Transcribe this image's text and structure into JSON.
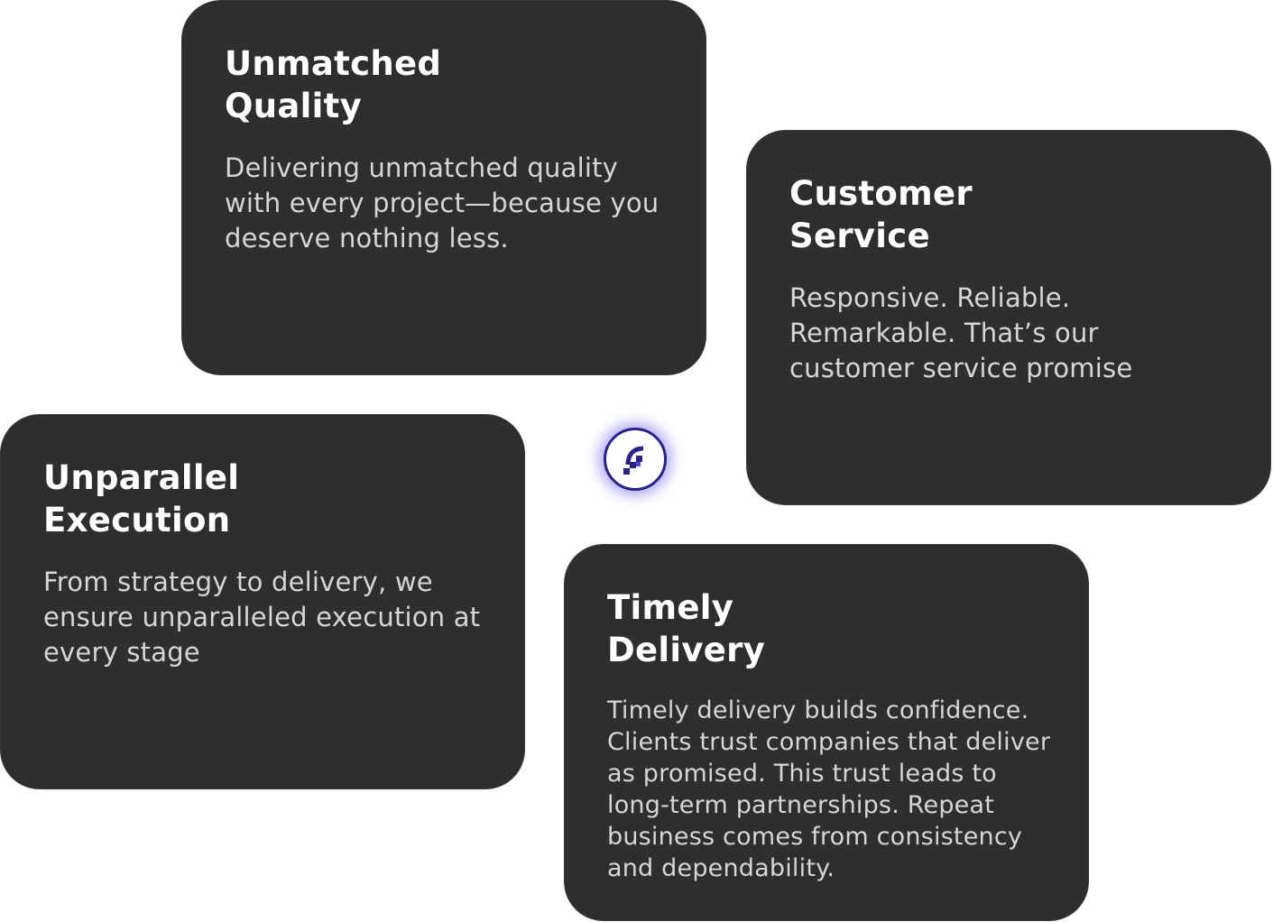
{
  "cards": [
    {
      "title": "Unmatched Quality",
      "description": "Delivering unmatched quality with every project—because you deserve nothing less."
    },
    {
      "title": "Customer Service",
      "description": "Responsive. Reliable. Remarkable. That’s our customer service promise"
    },
    {
      "title": "Unparallel Execution",
      "description": "From strategy to delivery, we ensure unparalleled execution at every stage"
    },
    {
      "title": "Timely Delivery",
      "description": "Timely delivery builds confidence. Clients trust companies that deliver as promised. This trust leads to long-term partnerships. Repeat business comes from consistency and dependability."
    }
  ],
  "logo": {
    "icon": "brand-logo-icon",
    "ring_color": "#2a2285",
    "glow_color": "#5a46e6"
  },
  "colors": {
    "card_background": "#2e2e2e",
    "title_text": "#ffffff",
    "body_text": "#d6d6d6",
    "page_background": "#ffffff"
  }
}
